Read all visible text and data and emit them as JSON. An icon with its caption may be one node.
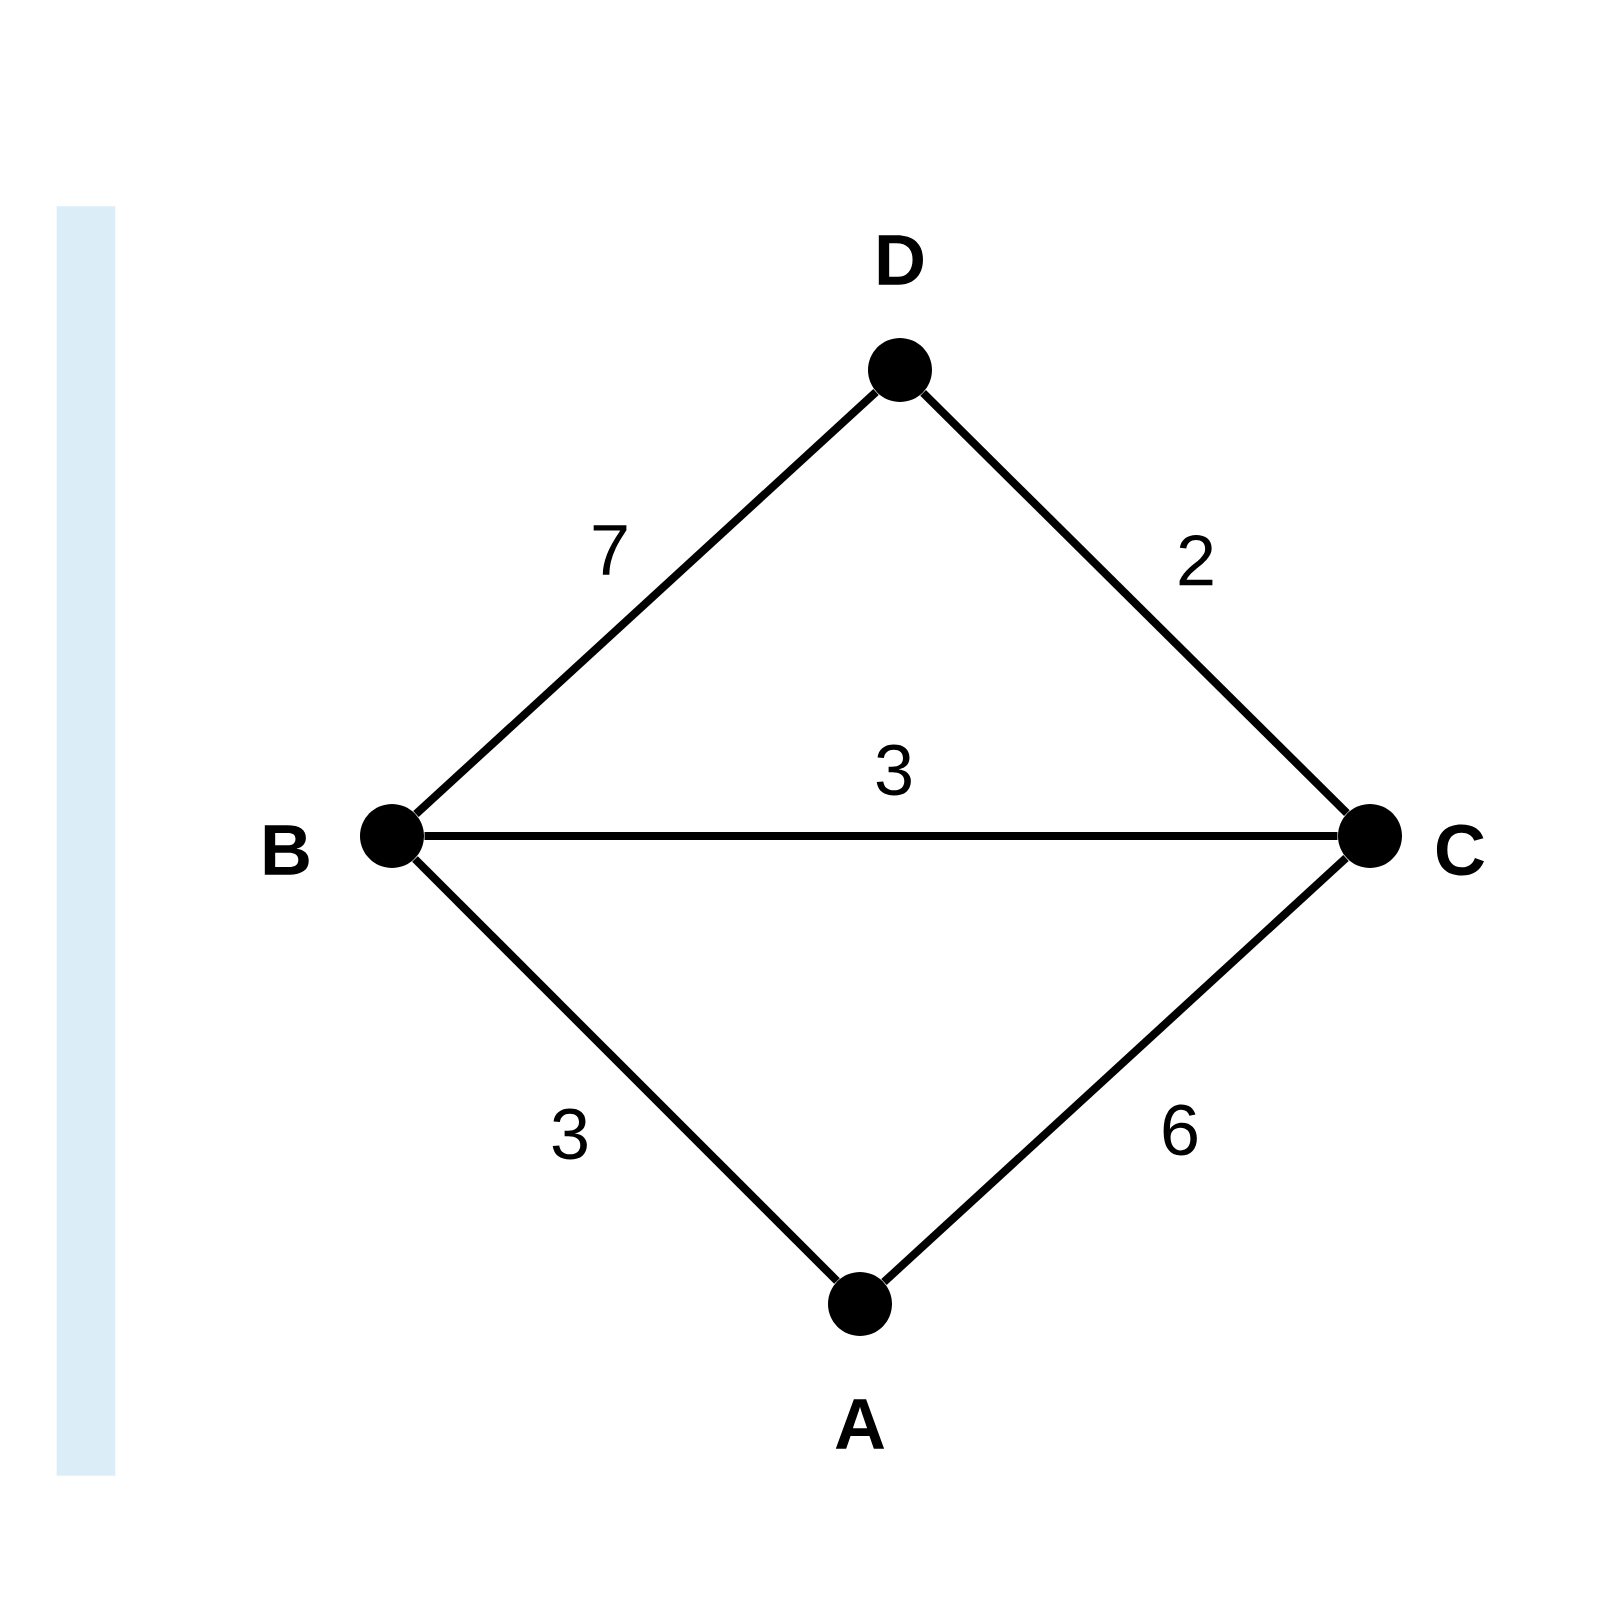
{
  "diagram": {
    "nodes": [
      {
        "text": [],
        "shape": "bar"
      },
      {
        "text": [
          "D"
        ]
      },
      {
        "text": [
          "B"
        ]
      },
      {
        "text": [
          "C"
        ]
      },
      {
        "text": [
          "A"
        ]
      }
    ],
    "edges": [
      {
        "from": 2,
        "to": 1,
        "arrow": "none",
        "label": "7"
      },
      {
        "from": 1,
        "to": 3,
        "arrow": "none",
        "label": "2"
      },
      {
        "from": 2,
        "to": 3,
        "arrow": "none",
        "label": "3"
      },
      {
        "from": 2,
        "to": 4,
        "arrow": "none",
        "label": "3"
      },
      {
        "from": 4,
        "to": 3,
        "arrow": "none",
        "label": "6"
      }
    ]
  }
}
